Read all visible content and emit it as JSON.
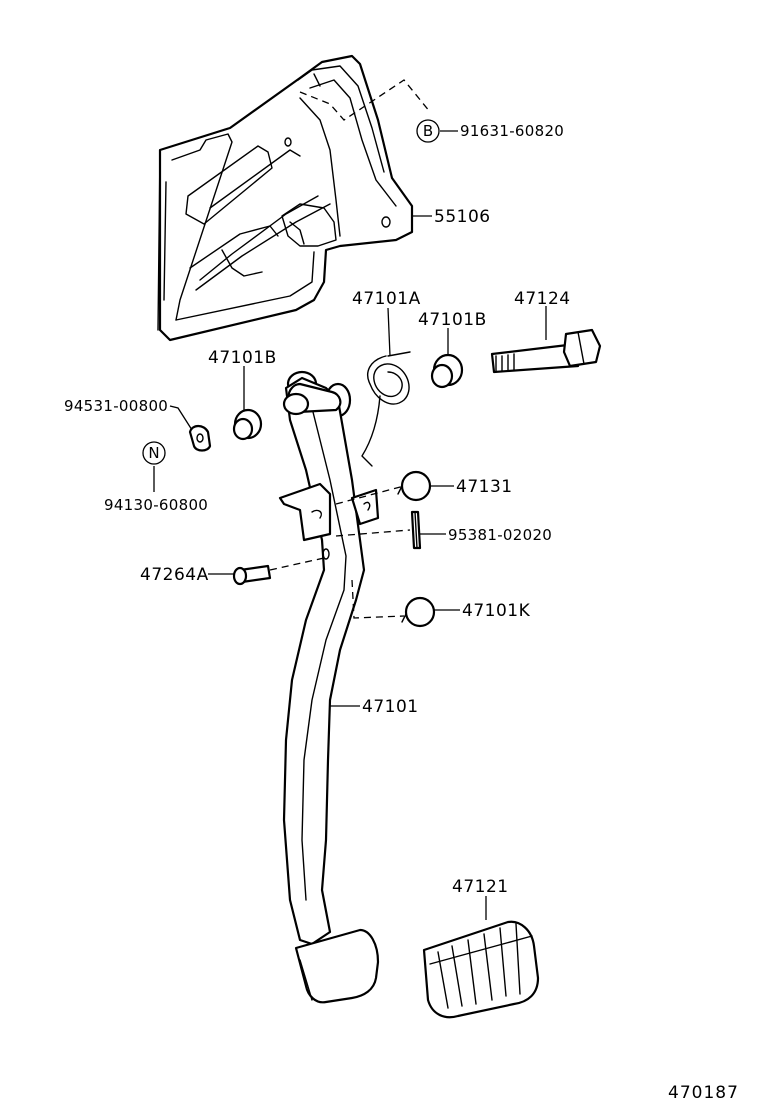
{
  "diagram": {
    "reference_number": "470187",
    "markers": {
      "b": "B",
      "n": "N"
    },
    "labels": {
      "bracket_bolt": "91631-60820",
      "bracket": "55106",
      "spring": "47101A",
      "bushing_right": "47101B",
      "pivot_bolt": "47124",
      "bushing_left": "47101B",
      "washer": "94531-00800",
      "nut": "94130-60800",
      "stopper_upper": "47131",
      "cotter_pin": "95381-02020",
      "clevis_pin": "47264A",
      "stopper_lower": "47101K",
      "pedal_lever": "47101",
      "pedal_pad": "47121"
    }
  }
}
